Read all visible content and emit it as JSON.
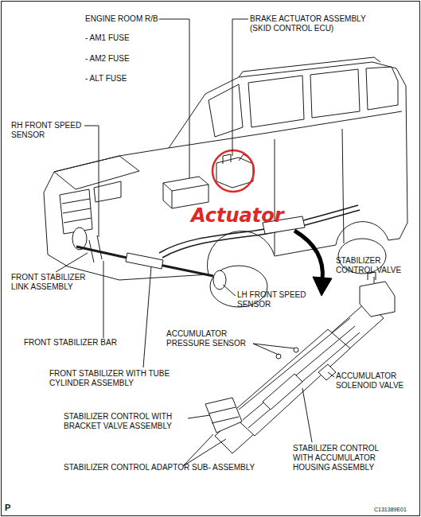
{
  "diagram": {
    "labels": [
      "ENGINE ROOM R/B",
      "- AM1 FUSE",
      "- AM2 FUSE",
      "- ALT FUSE",
      "BRAKE ACTUATOR ASSEMBLY (SKID CONTROL ECU)",
      "RH FRONT SPEED SENSOR",
      "Actuator",
      "FRONT STABILIZER LINK ASSEMBLY",
      "LH FRONT SPEED SENSOR",
      "STABILIZER CONTROL VALVE",
      "FRONT STABILIZER BAR",
      "ACCUMULATOR PRESSURE SENSOR",
      "ACCUMULATOR SOLENOID VALVE",
      "FRONT STABILIZER WITH TUBE CYLINDER ASSEMBLY",
      "STABILIZER CONTROL WITH BRACKET VALVE ASSEMBLY",
      "STABILIZER CONTROL WITH ACCUMULATOR HOUSING ASSEMBLY",
      "STABILIZER CONTROL ADAPTOR SUB- ASSEMBLY",
      "P",
      "C131389E01"
    ]
  }
}
